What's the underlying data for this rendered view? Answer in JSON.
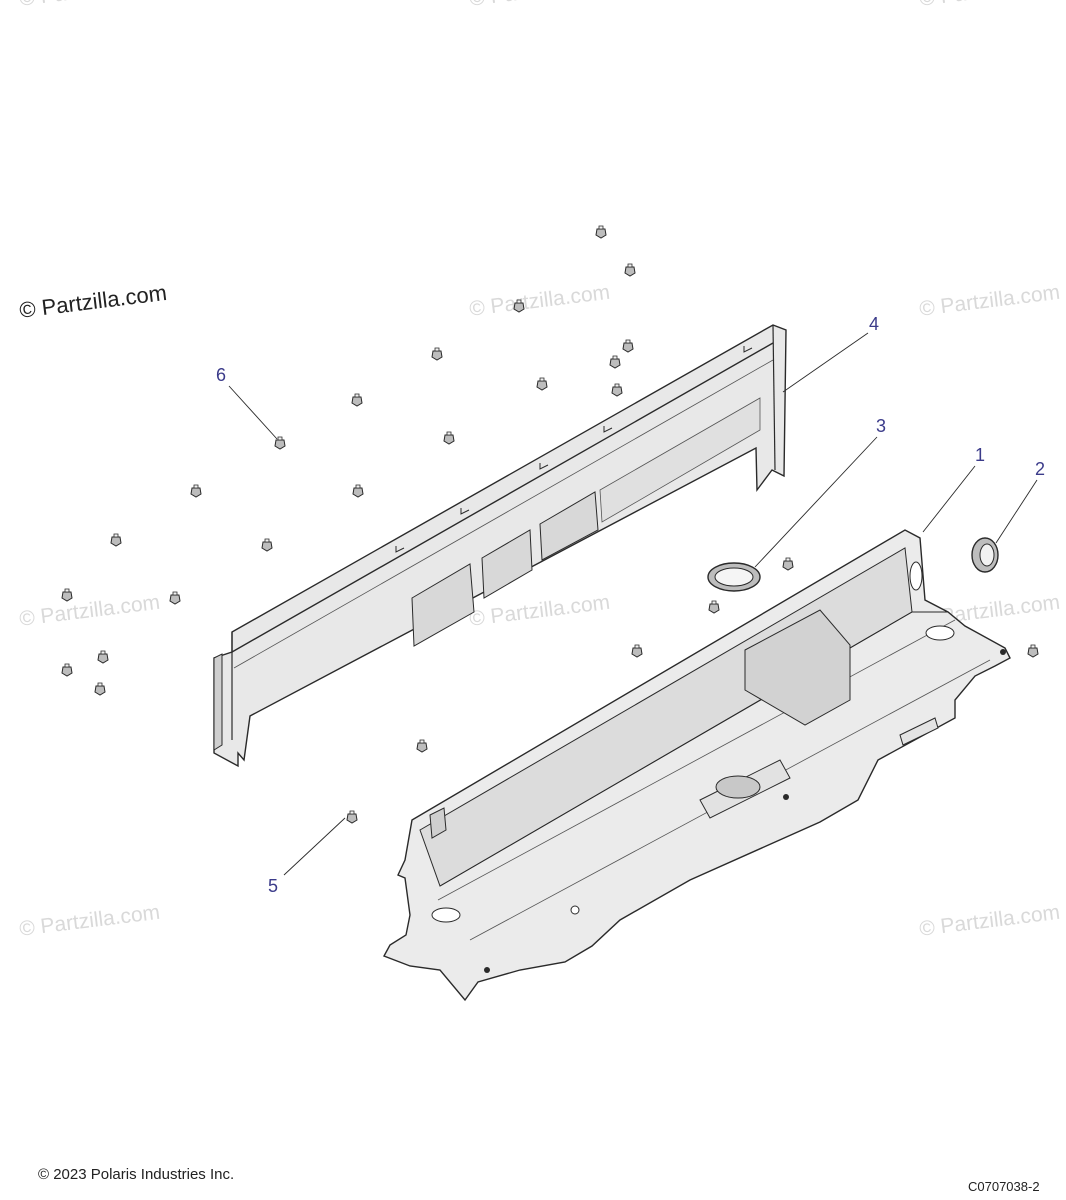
{
  "watermark": {
    "primary": "© Partzilla.com",
    "repeat": "© Partzilla.com"
  },
  "callouts": {
    "c1": "1",
    "c2": "2",
    "c3": "3",
    "c4": "4",
    "c5": "5",
    "c6": "6"
  },
  "footer": {
    "copyright": "© 2023 Polaris Industries Inc.",
    "diagram_code": "C0707038-2"
  },
  "colors": {
    "line": "#2a2a2a",
    "panel_fill": "#e6e6e6",
    "panel_shade": "#cfcfcf",
    "callout": "#3b3b8a",
    "watermark": "#d9d9d9"
  }
}
